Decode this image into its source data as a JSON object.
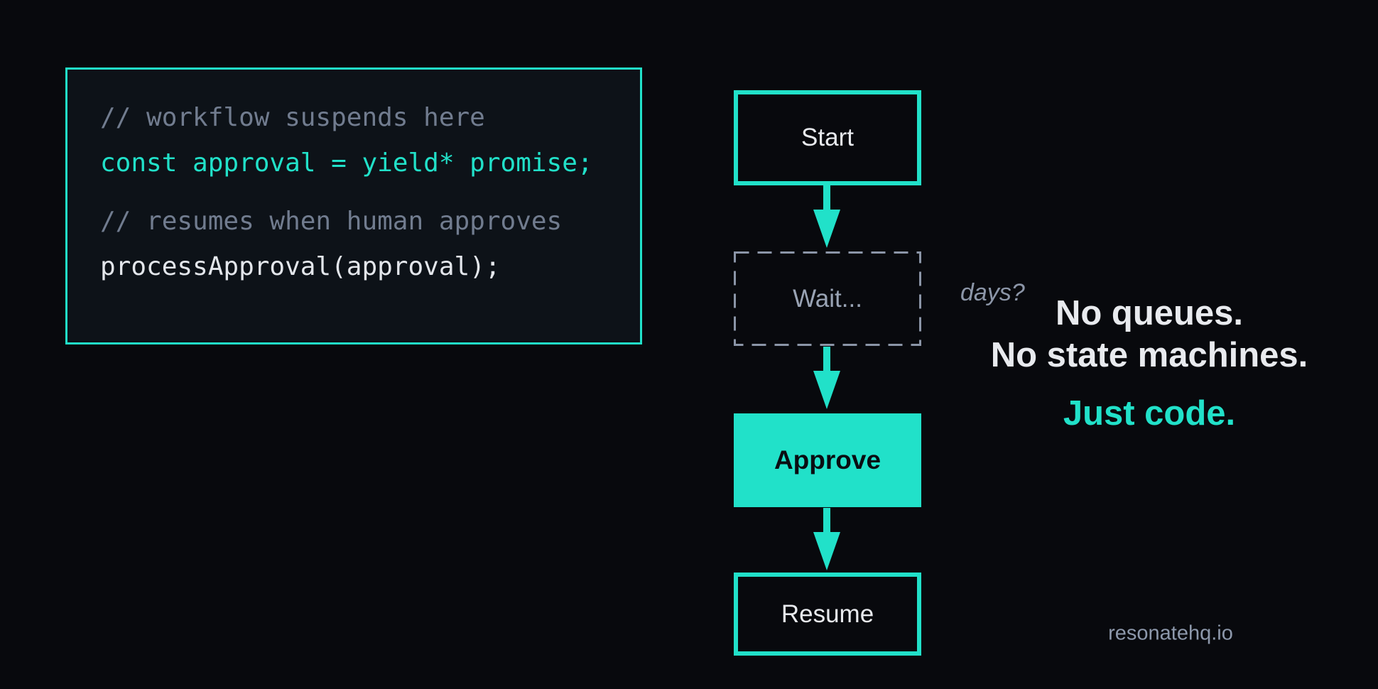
{
  "colors": {
    "background": "#08090d",
    "panel_background": "#0d1218",
    "accent": "#21e1c9",
    "slate": "#8b95a7",
    "light_text": "#e8eaee",
    "code_comment": "#717c8f",
    "code_plain": "#e3e6eb",
    "dark_text": "#0a0d12"
  },
  "code_panel": {
    "lines": [
      {
        "text": "// workflow suspends here",
        "style": "comment"
      },
      {
        "text": "const approval = yield* promise;",
        "style": "accent"
      },
      {
        "text": "// resumes when human approves",
        "style": "comment"
      },
      {
        "text": "processApproval(approval);",
        "style": "plain"
      }
    ]
  },
  "flowchart": {
    "nodes": [
      {
        "id": "start",
        "label": "Start",
        "style": "outlined"
      },
      {
        "id": "wait",
        "label": "Wait...",
        "style": "dashed"
      },
      {
        "id": "approve",
        "label": "Approve",
        "style": "filled"
      },
      {
        "id": "resume",
        "label": "Resume",
        "style": "outlined"
      }
    ],
    "annotation": "days?"
  },
  "tagline": {
    "line1": "No queues.",
    "line2": "No state machines.",
    "line3": "Just code."
  },
  "footer": {
    "brand": "resonatehq.io"
  }
}
